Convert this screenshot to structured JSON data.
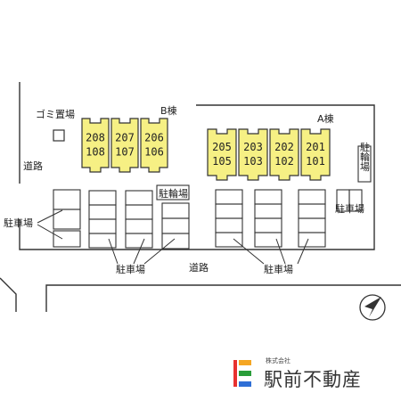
{
  "map": {
    "building_b_label": "B棟",
    "building_a_label": "A棟",
    "garbage_label": "ゴミ置場",
    "road_label_left": "道路",
    "road_label_bottom": "道路",
    "bike_parking_center": "駐輪場",
    "bike_parking_right": "駐輪場",
    "parking_left": "駐車場",
    "parking_bottom_left": "駐車場",
    "parking_bottom_right": "駐車場",
    "parking_right": "駐車場",
    "building_b_units": [
      {
        "upper": "208",
        "lower": "108"
      },
      {
        "upper": "207",
        "lower": "107"
      },
      {
        "upper": "206",
        "lower": "106"
      }
    ],
    "building_a_units": [
      {
        "upper": "205",
        "lower": "105"
      },
      {
        "upper": "203",
        "lower": "103"
      },
      {
        "upper": "202",
        "lower": "102"
      },
      {
        "upper": "201",
        "lower": "101"
      }
    ],
    "north_arrow_icon": "north-arrow-icon",
    "colors": {
      "building_fill": "#f6f084",
      "outline": "#333333",
      "background": "#ffffff"
    }
  },
  "logo": {
    "small_text": "株式会社",
    "name": "駅前不動産",
    "colors": [
      "#e8312f",
      "#f5a623",
      "#2a9d3a",
      "#2f6fd6"
    ]
  }
}
